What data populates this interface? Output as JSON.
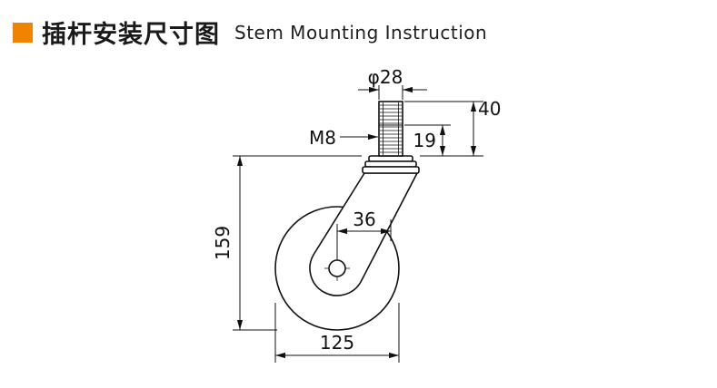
{
  "header": {
    "accent_color": "#f08300",
    "title_zh": "插杆安装尺寸图",
    "title_en": "Stem Mounting Instruction"
  },
  "diagram": {
    "label": "stem caster side view drawing",
    "dimensions": {
      "stem_diameter": "φ28",
      "thread_spec": "M8",
      "thread_length": "19",
      "stem_height": "40",
      "mounting_height": "159",
      "swivel_offset": "36",
      "wheel_diameter": "125"
    }
  }
}
